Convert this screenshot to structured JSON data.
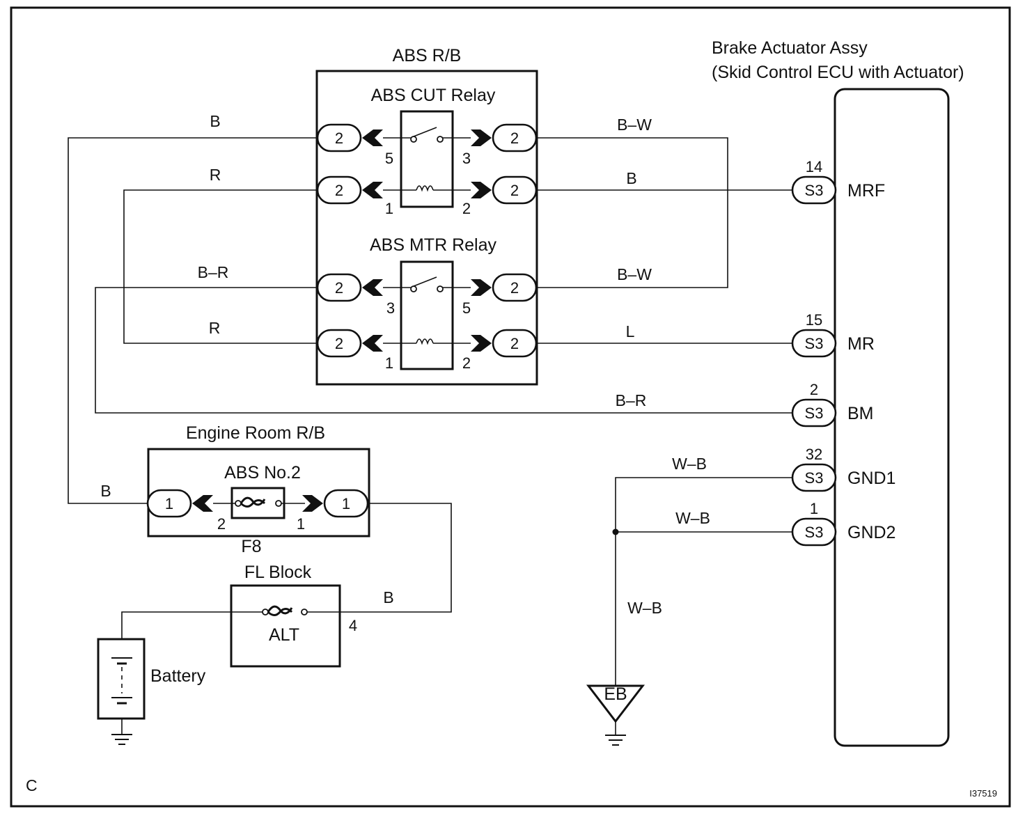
{
  "corner_label": "C",
  "figure_id": "I37519",
  "abs_rb": {
    "title": "ABS R/B",
    "cut_relay": {
      "title": "ABS CUT Relay",
      "switch_in_pin": "5",
      "switch_out_pin": "3",
      "coil_in_pin": "1",
      "coil_out_pin": "2"
    },
    "mtr_relay": {
      "title": "ABS MTR Relay",
      "switch_in_pin": "3",
      "switch_out_pin": "5",
      "coil_in_pin": "1",
      "coil_out_pin": "2"
    },
    "connector": "2"
  },
  "actuator": {
    "title_line1": "Brake Actuator Assy",
    "title_line2": "(Skid Control ECU with Actuator)",
    "terminals": [
      {
        "pin": "14",
        "connector": "S3",
        "name": "MRF"
      },
      {
        "pin": "15",
        "connector": "S3",
        "name": "MR"
      },
      {
        "pin": "2",
        "connector": "S3",
        "name": "BM"
      },
      {
        "pin": "32",
        "connector": "S3",
        "name": "GND1"
      },
      {
        "pin": "1",
        "connector": "S3",
        "name": "GND2"
      }
    ]
  },
  "engine_room_rb": {
    "title": "Engine Room R/B",
    "fuse": "ABS No.2",
    "connector": "1",
    "left_pin": "2",
    "right_pin": "1",
    "block_code": "F8"
  },
  "fl_block": {
    "title": "FL Block",
    "fuse": "ALT",
    "out_pin": "4"
  },
  "battery": {
    "label": "Battery"
  },
  "ground_point": "EB",
  "wires": {
    "cut_switch_in": "B",
    "cut_coil_in": "R",
    "mtr_switch_in": "B–R",
    "mtr_coil_in": "R",
    "cut_switch_out": "B–W",
    "cut_coil_out": "B",
    "mtr_switch_out": "B–W",
    "mtr_coil_out": "L",
    "bm_feed": "B–R",
    "fuse_feed": "B",
    "fl_out": "B",
    "gnd1": "W–B",
    "gnd2": "W–B",
    "gnd_main": "W–B"
  }
}
